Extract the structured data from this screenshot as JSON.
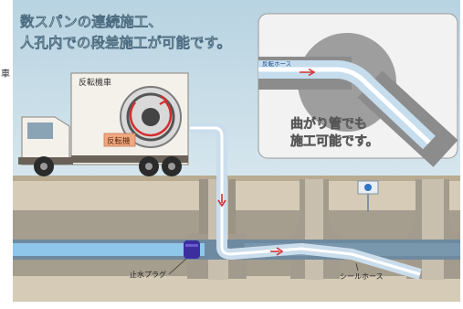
{
  "headline": {
    "line1": "数スパンの連続施工、",
    "line2": "人孔内での段差施工が可能です。"
  },
  "inset": {
    "pipe_label": "反転ホース",
    "caption_line1": "曲がり管でも",
    "caption_line2": "施工可能です。"
  },
  "truck": {
    "label": "反転機車",
    "machine_tag": "反転機"
  },
  "labels": {
    "plug": "止水プラグ",
    "hose": "シールホース",
    "edge_fragment": "車"
  },
  "colors": {
    "sky": "#c5dbe6",
    "ground": "#d6cbb6",
    "headline_text": "#ffffff",
    "accent_red": "#d32f2f",
    "plug": "#3d2ea0",
    "water": "#8fc7ea"
  }
}
